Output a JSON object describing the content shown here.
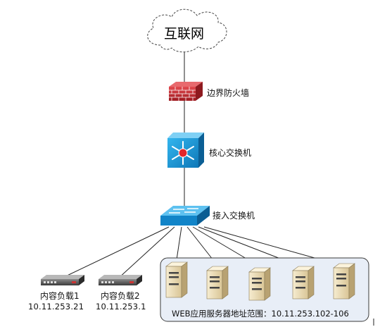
{
  "nodes": {
    "internet": {
      "label": "互联网"
    },
    "firewall": {
      "label": "边界防火墙"
    },
    "core_switch": {
      "label": "核心交换机"
    },
    "access_switch": {
      "label": "接入交换机"
    },
    "lb1": {
      "label": "内容负载1",
      "ip": "10.11.253.21"
    },
    "lb2": {
      "label": "内容负载2",
      "ip": "10.11.253.1"
    },
    "web_servers": {
      "label": "WEB应用服务器地址范围：10.11.253.102-106",
      "count": 5
    }
  },
  "colors": {
    "firewall_red": "#c0262c",
    "switch_blue": "#1a8fd0",
    "panel_bg": "#e8eef7",
    "server_beige": "#efe0b8",
    "line": "#222222"
  }
}
